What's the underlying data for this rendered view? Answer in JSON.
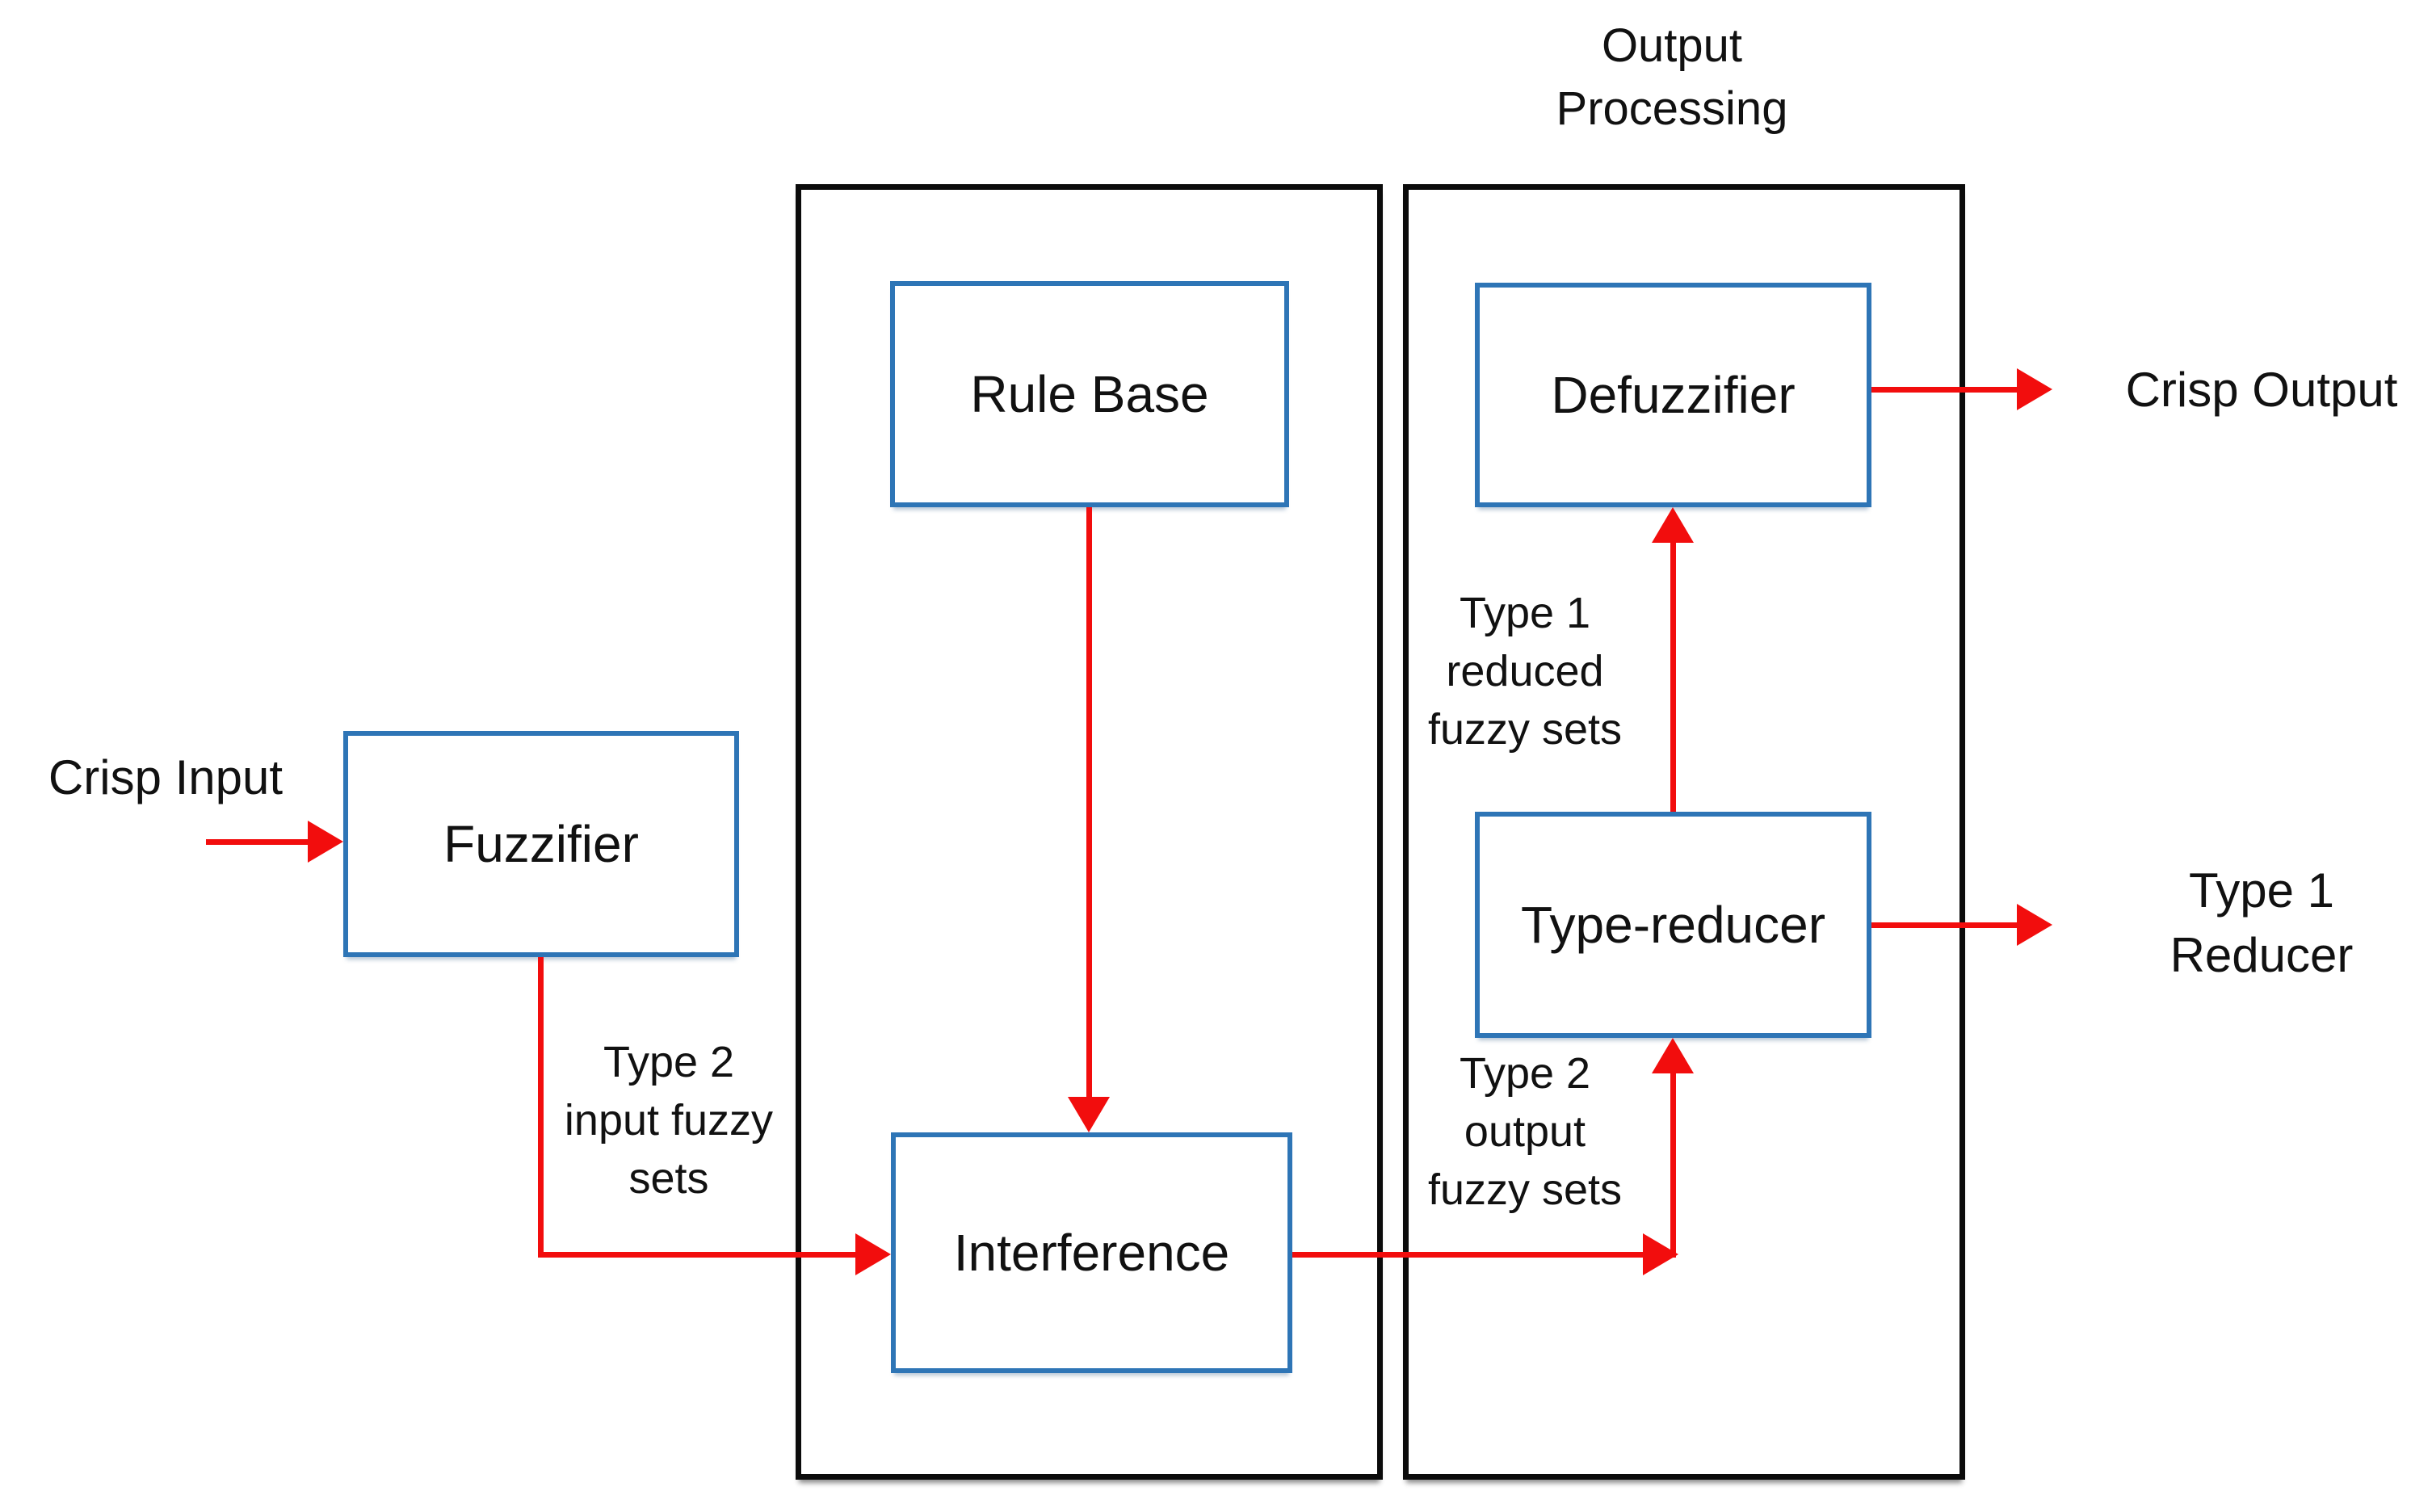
{
  "title": [
    "Output",
    "Processing"
  ],
  "nodes": {
    "fuzzifier": "Fuzzifier",
    "rule_base": "Rule Base",
    "interference": "Interference",
    "defuzzifier": "Defuzzifier",
    "type_reducer": "Type-reducer"
  },
  "labels": {
    "crisp_input": "Crisp Input",
    "crisp_output": "Crisp Output",
    "type1_reducer": [
      "Type 1",
      "Reducer"
    ]
  },
  "edge_labels": {
    "type2_input": [
      "Type 2",
      "input fuzzy",
      "sets"
    ],
    "type2_output": [
      "Type 2",
      "output",
      "fuzzy sets"
    ],
    "type1_reduced": [
      "Type 1",
      "reduced",
      "fuzzy sets"
    ]
  },
  "colors": {
    "node_border": "#2e75b6",
    "arrow": "#f20d0d",
    "container_border": "#0b0b0b",
    "text": "#111111",
    "background": "#ffffff"
  }
}
